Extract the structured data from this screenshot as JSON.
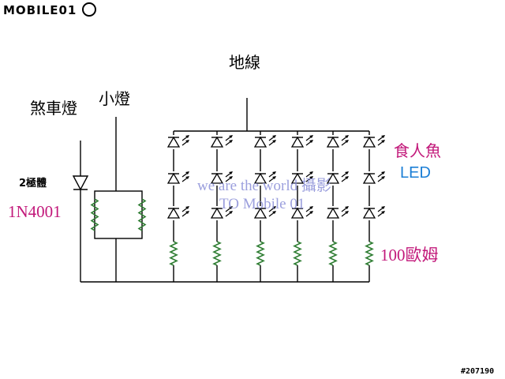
{
  "logo": {
    "text": "MOBILE01"
  },
  "labels": {
    "ground": "地線",
    "small_light": "小燈",
    "brake_light": "煞車燈",
    "diode_label": "2極體",
    "diode_part": "1N4001",
    "piranha": "食人魚",
    "led": "LED",
    "resistor_value": "100歐姆"
  },
  "watermark": {
    "line1": "we are the world 攝影",
    "line2": "TO Mobile 01"
  },
  "post_id": "#207190",
  "colors": {
    "wire": "#000000",
    "resistor": "#2e7d32",
    "magenta": "#c2187a",
    "blue": "#1c7fd6",
    "watermark": "#8a8fd8"
  }
}
